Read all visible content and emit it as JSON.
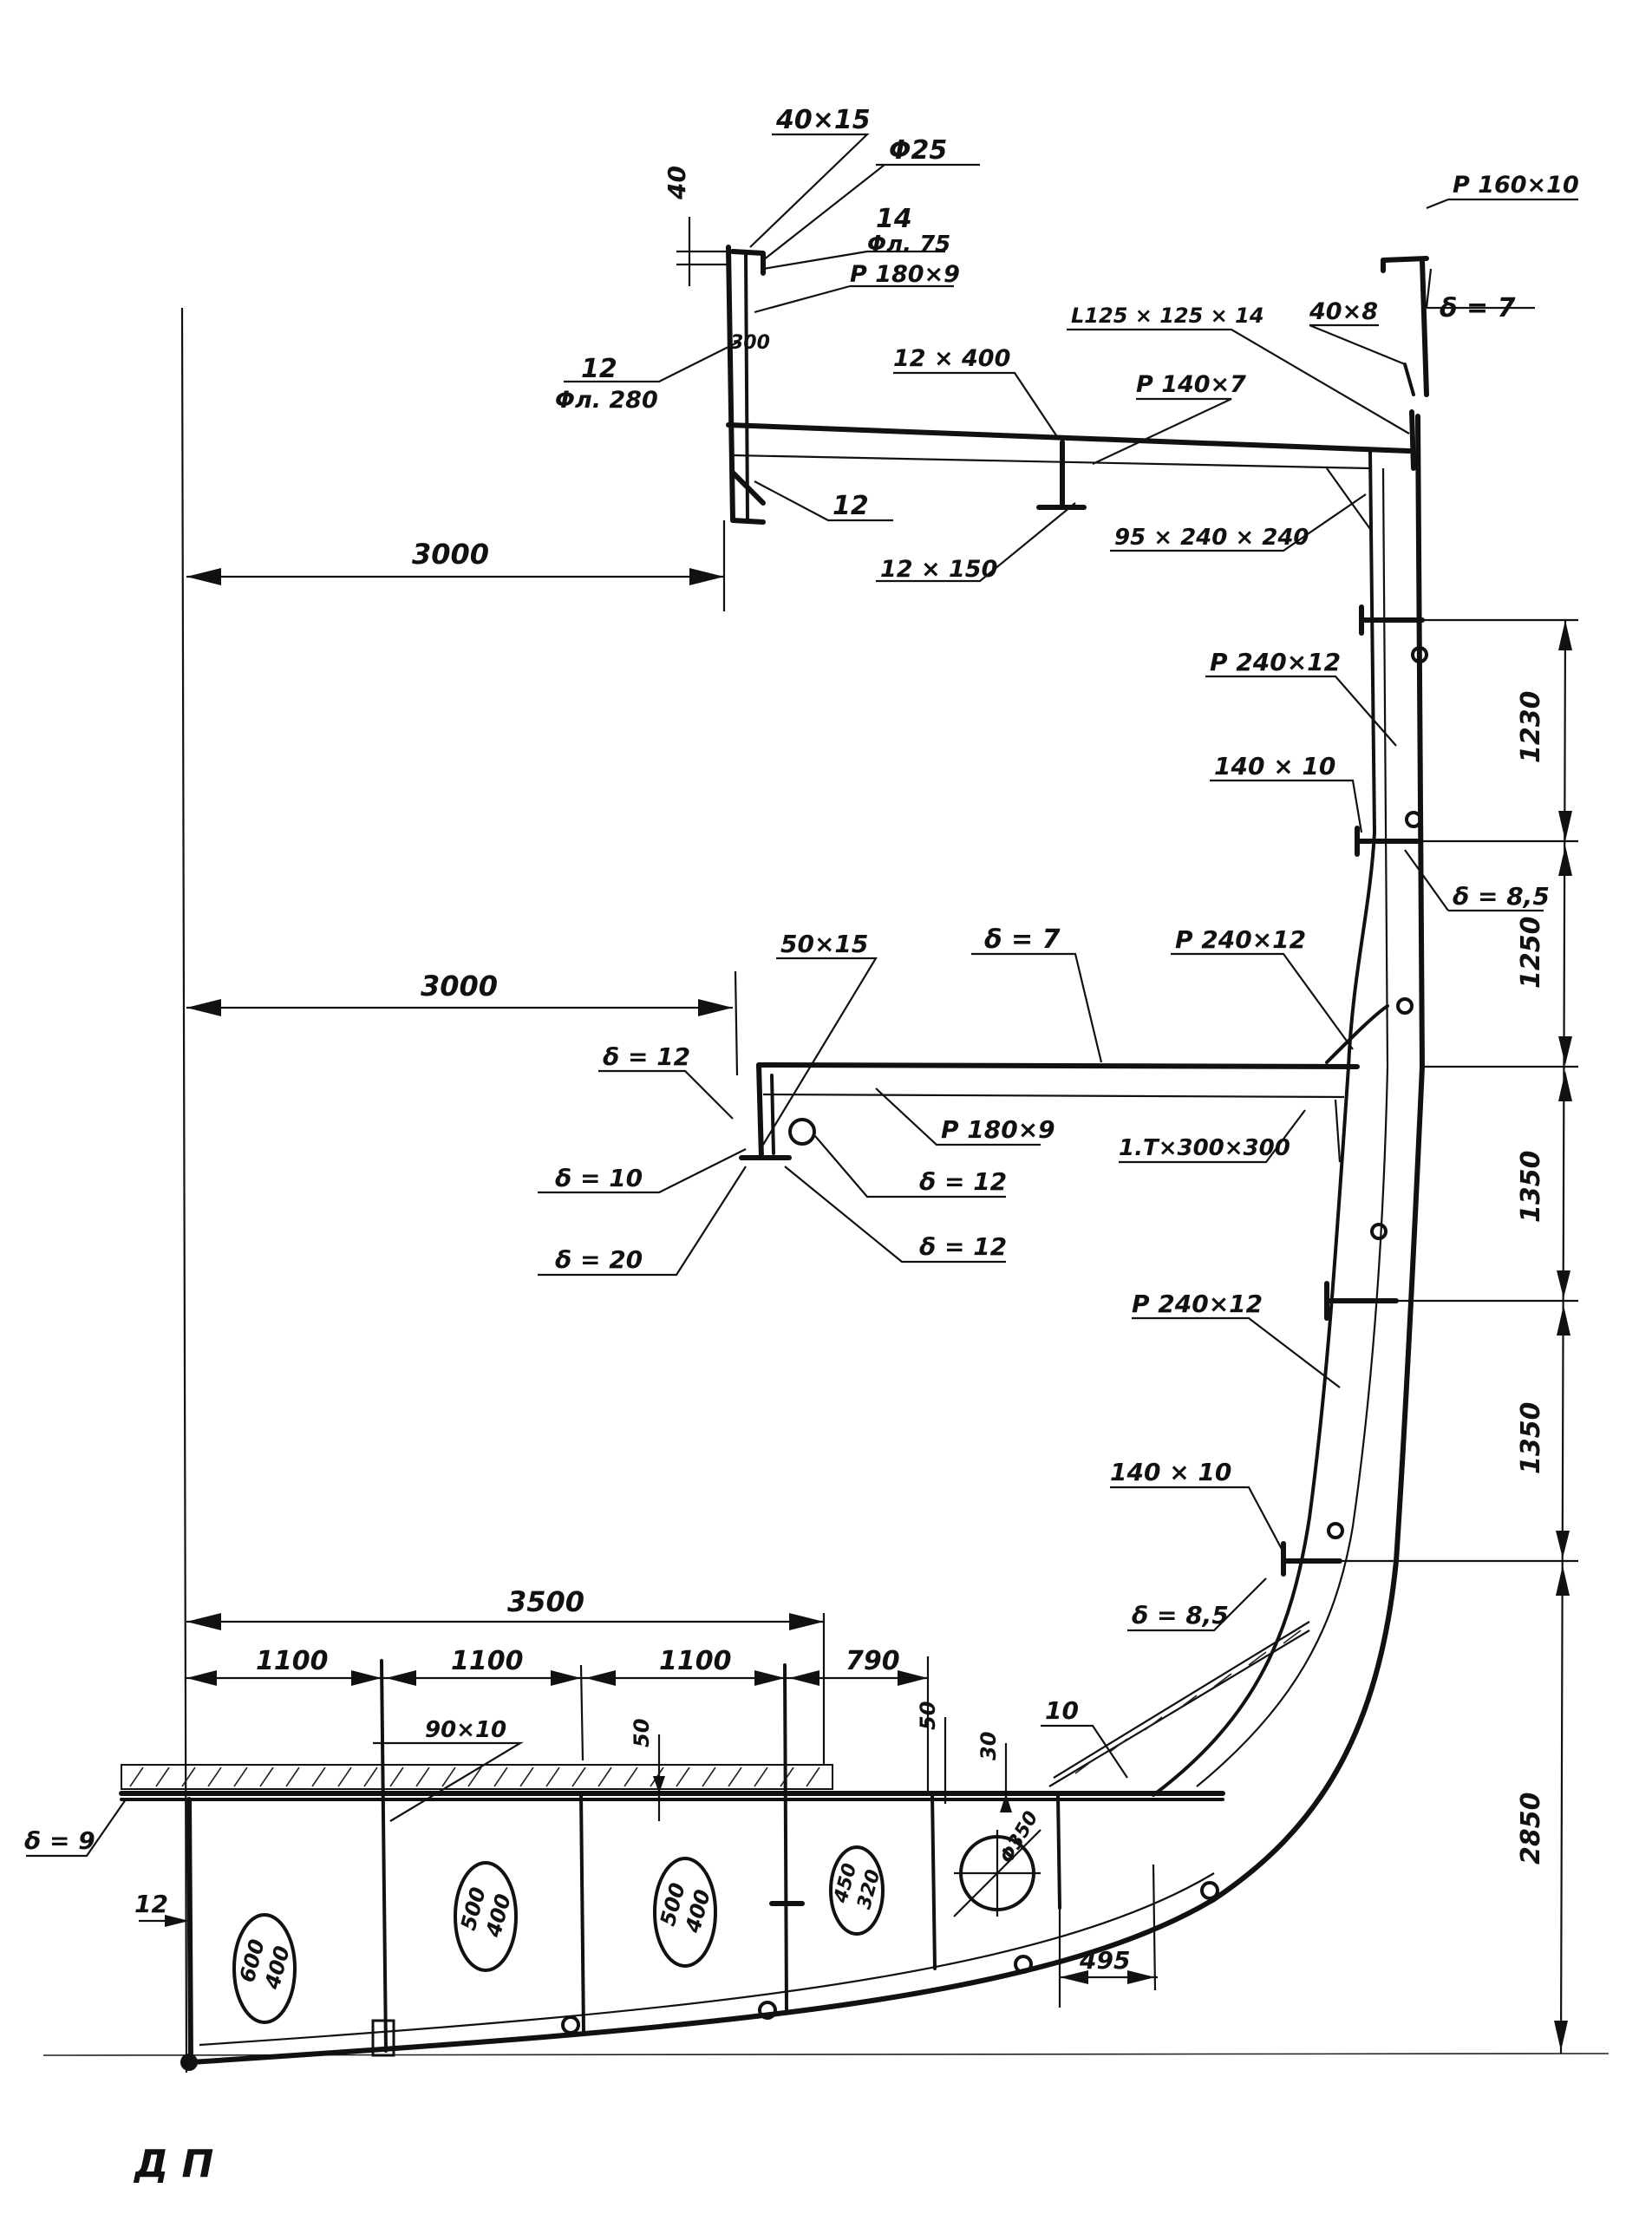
{
  "colors": {
    "ink": "#111111",
    "paper": "#ffffff"
  },
  "labels": {
    "l_40x15": "40×15",
    "l_phi25": "Φ25",
    "l_40": "40",
    "l_14": "14",
    "l_fl75": "Φл. 75",
    "l_p180x9_top": "Р 180×9",
    "l_12a": "12",
    "l_fl280": "Φл. 280",
    "l_300": "300",
    "l_p160x10": "Р 160×10",
    "l_d7_top": "δ = 7",
    "l_40x8": "40×8",
    "l_L125": "L125 × 125 × 14",
    "l_12x400": "12 × 400",
    "l_p140x7": "Р 140×7",
    "l_12b": "12",
    "l_12x150": "12 × 150",
    "l_95x240": "95 × 240 × 240",
    "l_3000_top": "3000",
    "l_p240x12_a": "Р 240×12",
    "l_140x10_a": "140 × 10",
    "l_d85_a": "δ = 8,5",
    "l_50x15": "50×15",
    "l_d7_mid": "δ = 7",
    "l_p240x12_b": "Р 240×12",
    "l_3000_mid": "3000",
    "l_d12_a": "δ = 12",
    "l_p180x9_mid": "Р 180×9",
    "l_300x300": "1.Т×300×300",
    "l_d10": "δ = 10",
    "l_d12_b": "δ = 12",
    "l_d20": "δ = 20",
    "l_d12_c": "δ = 12",
    "l_p240x12_c": "Р 240×12",
    "l_140x10_b": "140 × 10",
    "l_d85_b": "δ = 8,5",
    "l_3500": "3500",
    "l_1100_a": "1100",
    "l_1100_b": "1100",
    "l_1100_c": "1100",
    "l_790": "790",
    "l_90x10": "90×10",
    "l_50_a": "50",
    "l_50_b": "50",
    "l_30": "30",
    "l_10": "10",
    "l_d9": "δ = 9",
    "l_12c": "12",
    "l_phi350": "Φ350",
    "l_495": "495",
    "l_1230": "1230",
    "l_1250": "1250",
    "l_1350_a": "1350",
    "l_1350_b": "1350",
    "l_2850": "2850",
    "l_DP": "Д П",
    "h1_top": "600",
    "h1_bot": "400",
    "h2_top": "500",
    "h2_bot": "400",
    "h3_top": "500",
    "h3_bot": "400",
    "h4_top": "450",
    "h4_bot": "320"
  }
}
